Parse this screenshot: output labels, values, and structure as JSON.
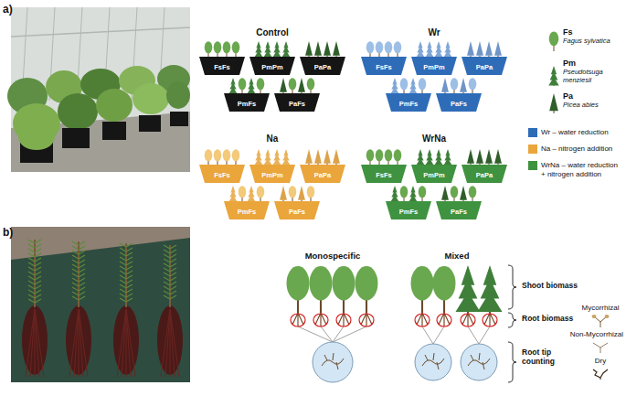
{
  "diagram": {
    "nodes": [
      {
        "text": [
          "FsFs"
        ]
      },
      {
        "text": [
          "PmPm"
        ]
      },
      {
        "text": [
          "PaPa"
        ]
      },
      {
        "text": [
          "PmFs"
        ]
      },
      {
        "text": [
          "PaFs"
        ]
      },
      {
        "text": [
          "FsFs"
        ]
      },
      {
        "text": [
          "PmPm"
        ]
      },
      {
        "text": [
          "PaPa"
        ]
      },
      {
        "text": [
          "PmFs"
        ]
      },
      {
        "text": [
          "PaFs"
        ]
      },
      {
        "text": [
          "FsFs"
        ]
      },
      {
        "text": [
          "PmPm"
        ]
      },
      {
        "text": [
          "PaPa"
        ]
      },
      {
        "text": [
          "PmFs"
        ]
      },
      {
        "text": [
          "PaFs"
        ]
      },
      {
        "text": [
          "FsFs"
        ]
      },
      {
        "text": [
          "PmPm"
        ]
      },
      {
        "text": [
          "PaPa"
        ]
      },
      {
        "text": [
          "PmFs"
        ]
      },
      {
        "text": [
          "PaFs"
        ]
      }
    ],
    "labels": [
      "a)",
      "b)",
      "Control",
      "Wr",
      "Na",
      "WrNa",
      "Fs",
      "Fagus sylvatica",
      "Pm",
      "Pseudotsuga menziesii",
      "Pa",
      "Picea abies",
      "Monospecific",
      "Mixed",
      "Shoot biomass",
      "Root biomass",
      "Root tip counting",
      "Mycorrhizal",
      "Non-Mycorrhizal",
      "Dry"
    ],
    "legend": [
      {
        "text": "Wr – water reduction",
        "color": "#2e6cb8"
      },
      {
        "text": "Na – nitrogen addition",
        "color": "#eaa53b"
      },
      {
        "text": "WrNa – water reduction + nitrogen addition",
        "color": "#3f923f"
      }
    ]
  }
}
